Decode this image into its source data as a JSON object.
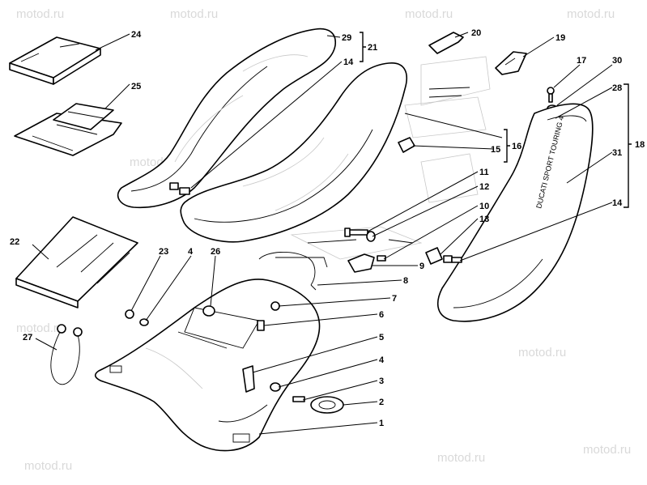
{
  "watermark": "motod.ru",
  "seat_logo_text": "DUCATI SPORT TOURING 4",
  "labels": {
    "p1": "1",
    "p2": "2",
    "p3": "3",
    "p4a": "4",
    "p4b": "4",
    "p5": "5",
    "p6": "6",
    "p7": "7",
    "p8": "8",
    "p9": "9",
    "p10": "10",
    "p11": "11",
    "p12": "12",
    "p13": "13",
    "p14a": "14",
    "p14b": "14",
    "p15": "15",
    "p16": "16",
    "p17": "17",
    "p18": "18",
    "p19": "19",
    "p20": "20",
    "p21": "21",
    "p22": "22",
    "p23": "23",
    "p24": "24",
    "p25": "25",
    "p26": "26",
    "p27": "27",
    "p28": "28",
    "p29": "29",
    "p30": "30",
    "p31": "31"
  }
}
